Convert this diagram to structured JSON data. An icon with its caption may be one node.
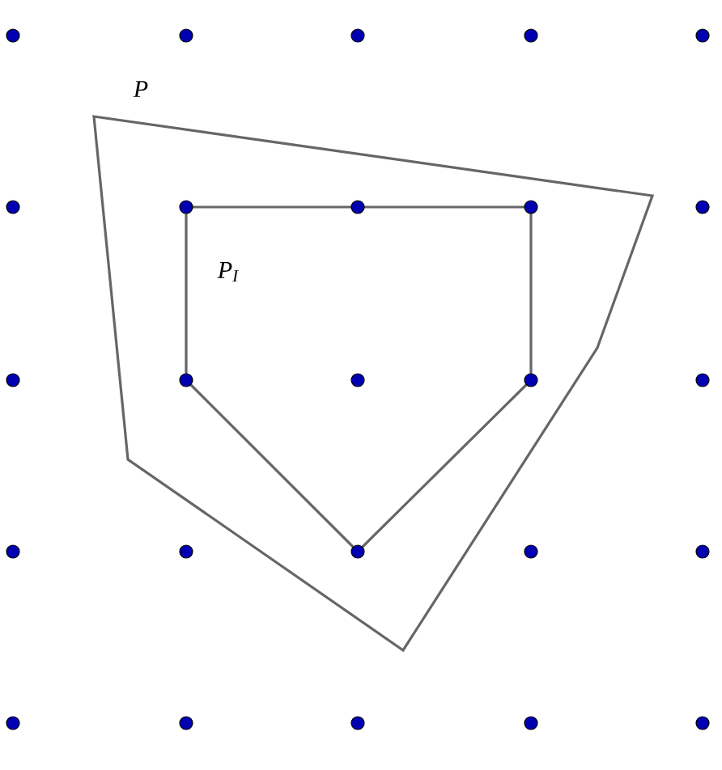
{
  "diagram": {
    "nodes": [
      {
        "text": [
          "P"
        ]
      },
      {
        "text": [
          "P$_{I}$"
        ],
        "in": 0
      }
    ]
  }
}
